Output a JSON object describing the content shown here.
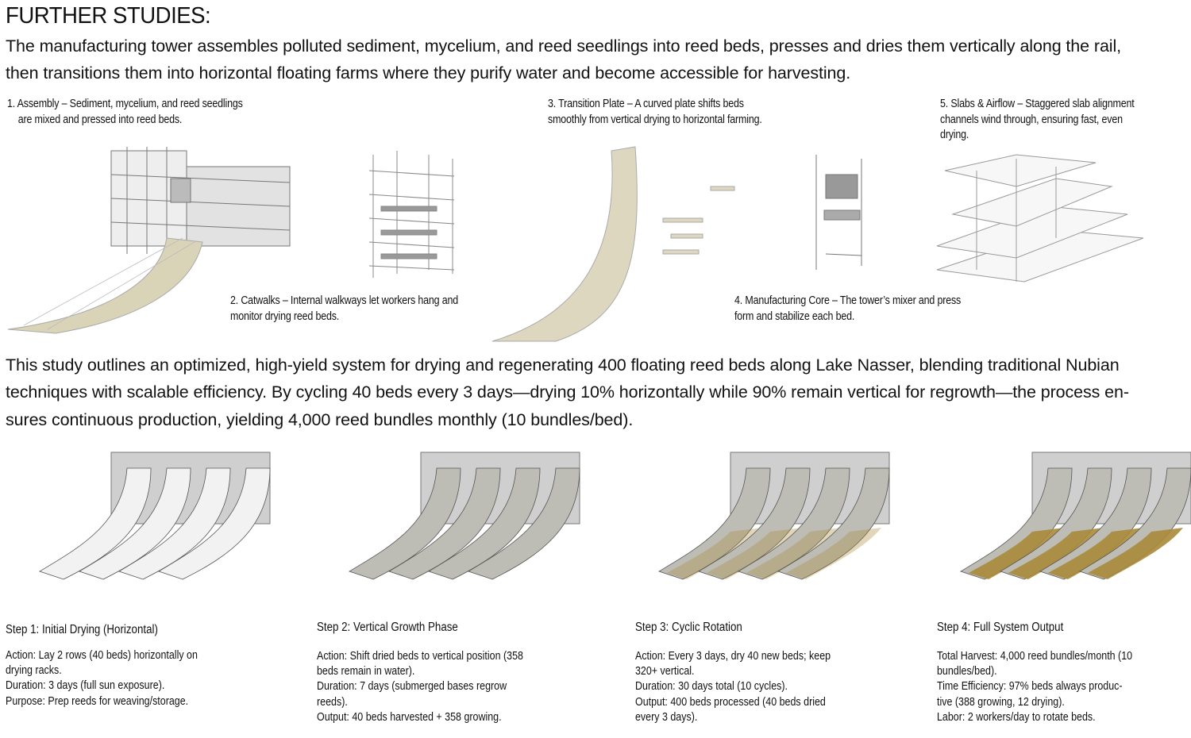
{
  "header": {
    "title": "FURTHER STUDIES:"
  },
  "intro": {
    "line1": "The manufacturing tower assembles polluted sediment, mycelium, and reed seedlings into reed beds, presses and dries them vertically along the rail,",
    "line2": "then transitions them into horizontal floating farms where they purify water and become accessible for harvesting."
  },
  "labels": [
    {
      "line1": "1. Assembly – Sediment, mycelium, and reed seedlings",
      "line2": "are mixed and pressed into reed beds."
    },
    {
      "line1": "2. Catwalks – Internal walkways let workers hang and",
      "line2": "monitor drying reed beds."
    },
    {
      "line1": "3. Transition Plate – A curved plate shifts beds",
      "line2": "smoothly from vertical drying to horizontal farming."
    },
    {
      "line1": "4. Manufacturing Core – The tower’s mixer and press",
      "line2": "form and stabilize each bed."
    },
    {
      "line1": "5. Slabs & Airflow – Staggered slab alignment",
      "line2": "channels wind through, ensuring fast, even",
      "line3": "drying."
    }
  ],
  "study": {
    "line1": "This study outlines an optimized, high-yield system for drying and regenerating 400 floating reed beds along Lake Nasser, blending traditional Nubian",
    "line2": "techniques with scalable efficiency. By cycling 40 beds every 3 days—drying 10% horizontally while 90% remain vertical for regrowth—the process en-",
    "line3": "sures continuous production, yielding 4,000 reed bundles monthly (10 bundles/bed)."
  },
  "steps": [
    {
      "title": "Step 1: Initial Drying (Horizontal)",
      "lines": [
        "Action: Lay 2 rows (40 beds) horizontally on",
        "drying racks.",
        "Duration: 3 days (full sun exposure).",
        "Purpose: Prep reeds for weaving/storage."
      ]
    },
    {
      "title": "Step 2: Vertical Growth Phase",
      "lines": [
        "Action: Shift dried beds to vertical position (358",
        "beds remain in water).",
        "Duration: 7 days (submerged bases regrow",
        "reeds).",
        "Output: 40 beds harvested + 358 growing."
      ]
    },
    {
      "title": "Step 3: Cyclic Rotation",
      "lines": [
        "Action: Every 3 days, dry 40 new beds; keep",
        "320+ vertical.",
        "Duration: 30 days total (10 cycles).",
        "Output: 400 beds processed (40 beds dried",
        "every 3 days)."
      ]
    },
    {
      "title": "Step 4: Full System Output",
      "lines": [
        "Total Harvest: 4,000 reed bundles/month (10",
        "bundles/bed).",
        "Time Efficiency: 97% beds always produc-",
        "tive (388 growing, 12 drying).",
        "Labor: 2 workers/day to rotate beds."
      ]
    }
  ],
  "colors": {
    "reed": "#d9d3b8",
    "gold": "#a88a3a",
    "steel": "#8a8a8a"
  }
}
